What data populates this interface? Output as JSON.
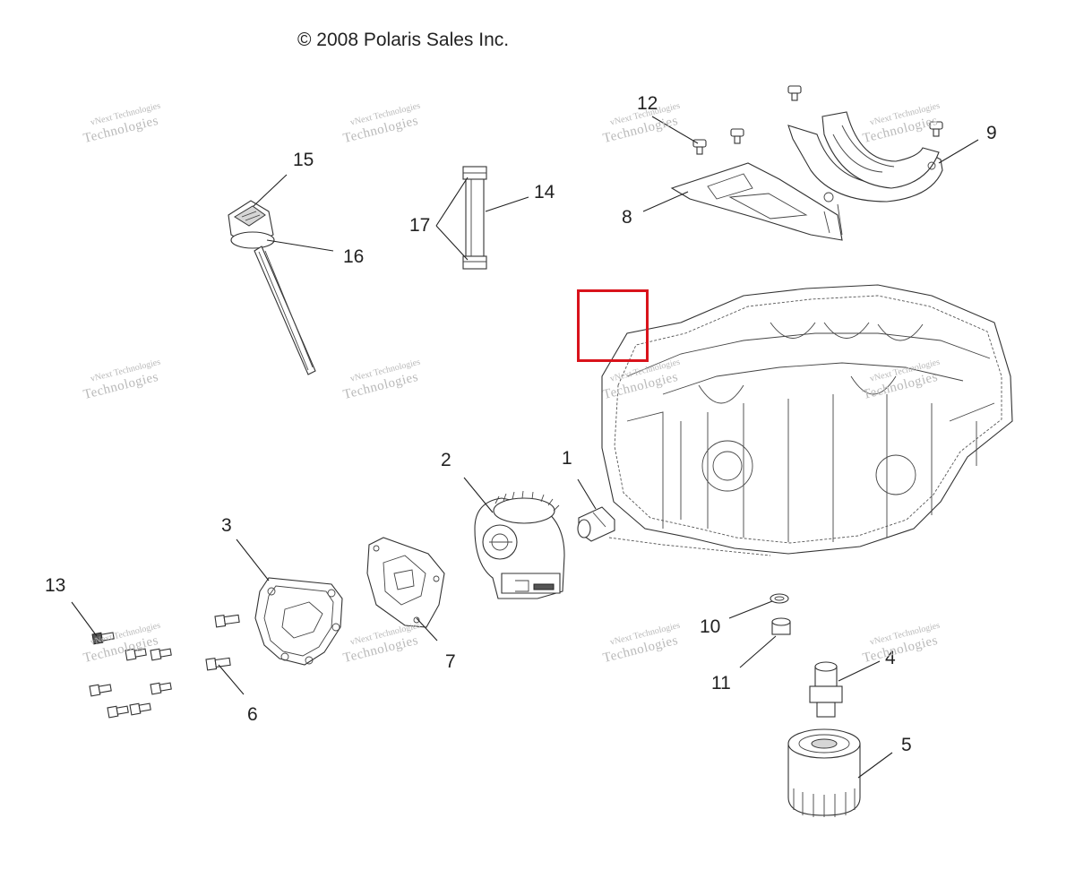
{
  "header": {
    "copyright": "© 2008 Polaris Sales Inc."
  },
  "watermark": {
    "line1": "vNext Technologies",
    "line2": "Technologies"
  },
  "callouts": [
    {
      "id": "1",
      "text": "1"
    },
    {
      "id": "2",
      "text": "2"
    },
    {
      "id": "3",
      "text": "3"
    },
    {
      "id": "4",
      "text": "4"
    },
    {
      "id": "5",
      "text": "5"
    },
    {
      "id": "6",
      "text": "6"
    },
    {
      "id": "7",
      "text": "7"
    },
    {
      "id": "8",
      "text": "8"
    },
    {
      "id": "9",
      "text": "9"
    },
    {
      "id": "10",
      "text": "10"
    },
    {
      "id": "11",
      "text": "11"
    },
    {
      "id": "12",
      "text": "12"
    },
    {
      "id": "13",
      "text": "13"
    },
    {
      "id": "14",
      "text": "14"
    },
    {
      "id": "15",
      "text": "15"
    },
    {
      "id": "16",
      "text": "16"
    },
    {
      "id": "17",
      "text": "17"
    }
  ],
  "colors": {
    "highlight": "#d9131b",
    "line": "#222222",
    "watermark": "#b9b9b9"
  }
}
